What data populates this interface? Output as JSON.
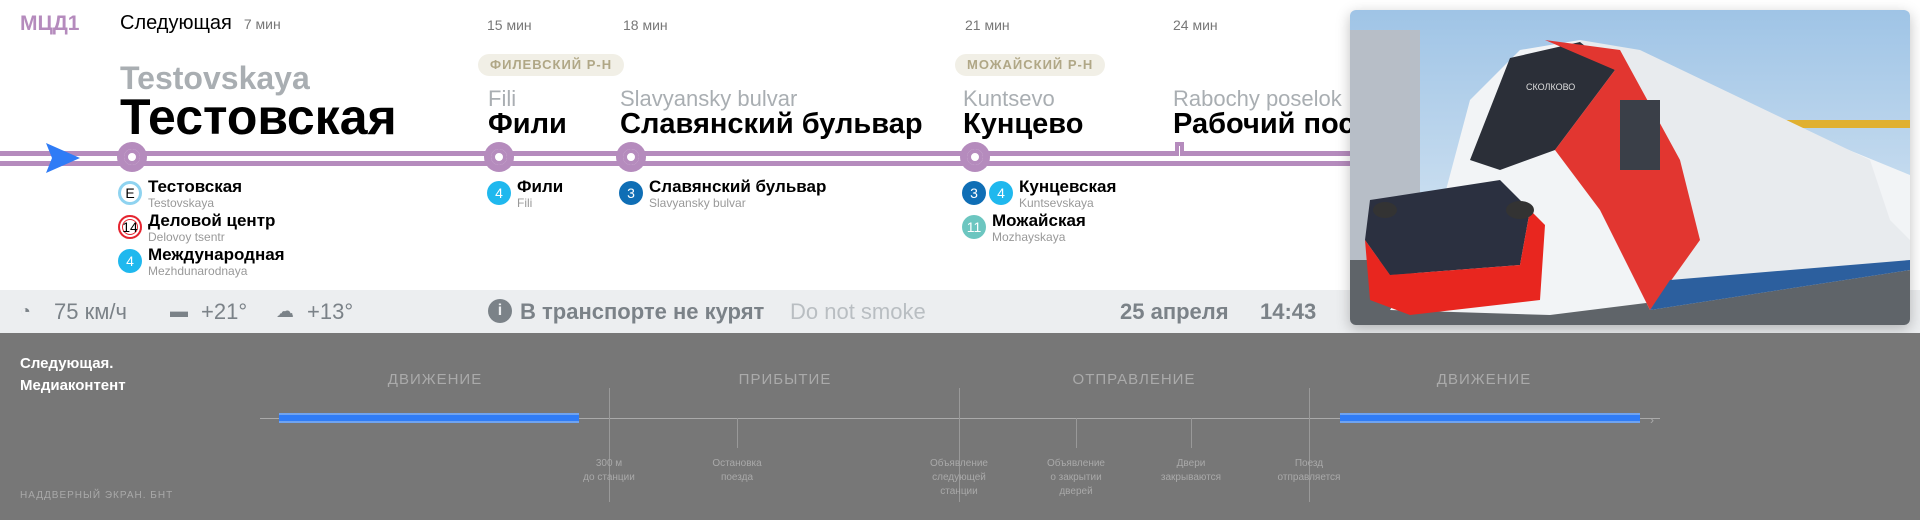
{
  "header": {
    "line": "МЦД1",
    "next_label": "Следующая",
    "next_minutes": "7 мин"
  },
  "current": {
    "lat": "Testovskaya",
    "cyr": "Тестовская",
    "transfers": [
      {
        "badge": "E",
        "color": "#5ec3ec",
        "cyr": "Тестовская",
        "lat": "Testovskaya"
      },
      {
        "badge": "14",
        "color": "#e5242f",
        "cyr": "Деловой центр",
        "lat": "Delovoy tsentr"
      },
      {
        "badge": "4",
        "color": "#1fb8ee",
        "cyr": "Международная",
        "lat": "Mezhdunarodnaya"
      }
    ]
  },
  "stations": [
    {
      "minutes": "15 мин",
      "district": "ФИЛЕВСКИЙ Р-Н",
      "lat": "Fili",
      "cyr": "Фили",
      "transfers": [
        {
          "badges": [
            "4"
          ],
          "cyr": "Фили",
          "lat": "Fili"
        }
      ]
    },
    {
      "minutes": "18 мин",
      "lat": "Slavyansky bulvar",
      "cyr": "Славянский бульвар",
      "transfers": [
        {
          "badges": [
            "3"
          ],
          "cyr": "Славянский бульвар",
          "lat": "Slavyansky bulvar"
        }
      ]
    },
    {
      "minutes": "21 мин",
      "district": "МОЖАЙСКИЙ Р-Н",
      "lat": "Kuntsevo",
      "cyr": "Кунцево",
      "transfers": [
        {
          "badges": [
            "3",
            "4"
          ],
          "cyr": "Кунцевская",
          "lat": "Kuntsevskaya"
        },
        {
          "badges": [
            "11"
          ],
          "cyr": "Можайская",
          "lat": "Mozhayskaya"
        }
      ]
    },
    {
      "minutes": "24 мин",
      "lat": "Rabochy poselok",
      "cyr": "Рабочий пос"
    }
  ],
  "colors": {
    "line": "#b58bbd",
    "l3": "#0f6eb5",
    "l4": "#1fb8ee",
    "l11": "#6cc6c0",
    "arrow": "#2f7cf6"
  },
  "status": {
    "speed": "75 км/ч",
    "inside_temp": "+21°",
    "outside_temp": "+13°",
    "notice_ru": "В транспорте не курят",
    "notice_en": "Do not smoke",
    "date": "25 апреля",
    "time": "14:43"
  },
  "photo": {
    "destination": "СКОЛКОВО"
  },
  "timeline": {
    "title_1": "Следующая.",
    "title_2": "Медиаконтент",
    "phases": [
      "ДВИЖЕНИЕ",
      "ПРИБЫТИЕ",
      "ОТПРАВЛЕНИЕ",
      "ДВИЖЕНИЕ"
    ],
    "events": [
      [
        "300 м",
        "до станции"
      ],
      [
        "Остановка",
        "поезда"
      ],
      [
        "Объявление",
        "следующей",
        "станции"
      ],
      [
        "Объявление",
        "о закрытии",
        "дверей"
      ],
      [
        "Двери",
        "закрываются"
      ],
      [
        "Поезд",
        "отправляется"
      ]
    ],
    "footer": "НАДДВЕРНЫЙ ЭКРАН. БНТ"
  }
}
